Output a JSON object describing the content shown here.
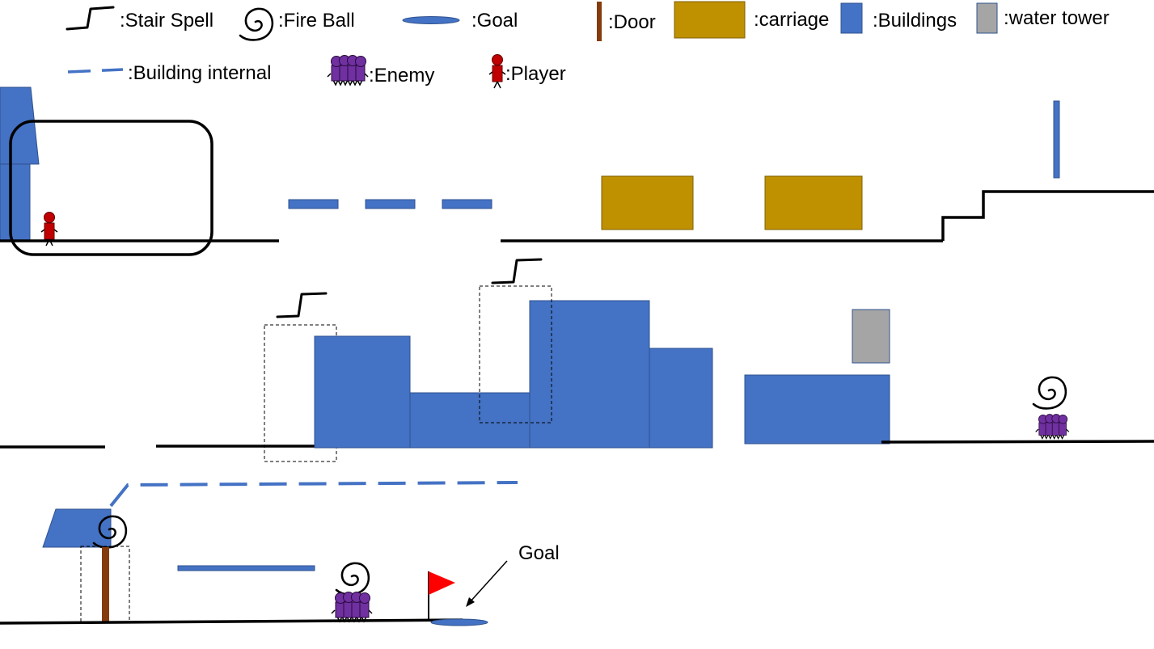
{
  "colors": {
    "building": "#4472C4",
    "building_stroke": "#2F528F",
    "carriage": "#BF9000",
    "water_tower": "#A5A5A5",
    "door": "#843C0C",
    "enemy": "#7030A0",
    "player": "#C00000",
    "flag": "#FF0000",
    "line": "#000000"
  },
  "legend": {
    "stair_spell": ":Stair Spell",
    "fire_ball": ":Fire Ball",
    "goal": ":Goal",
    "door": ":Door",
    "carriage": ":carriage",
    "buildings": ":Buildings",
    "water_tower": ":water tower",
    "building_internal": ":Building internal",
    "enemy": ":Enemy",
    "player": ":Player"
  },
  "annotations": {
    "goal": "Goal"
  }
}
